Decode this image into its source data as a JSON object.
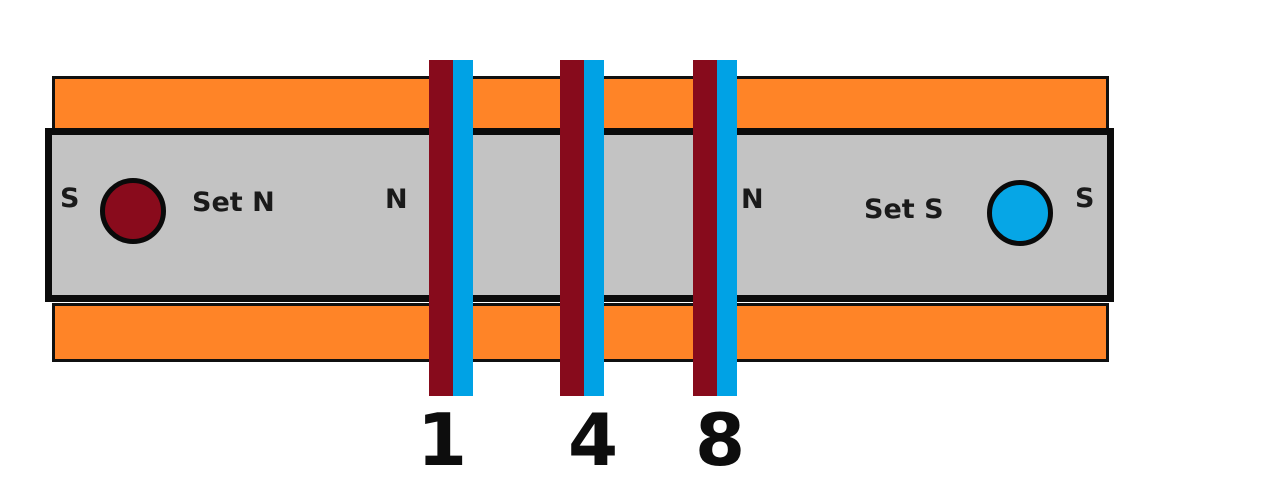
{
  "labels": {
    "left_pole": "S",
    "left_set": "Set N",
    "left_coil_pole": "N",
    "right_coil_pole": "N",
    "right_set": "Set S",
    "right_pole": "S"
  },
  "coil_numbers": [
    "1",
    "4",
    "8"
  ],
  "colors": {
    "rail": "#ff8427",
    "bar": "#c3c3c3",
    "coil_red": "#870b1c",
    "coil_blue": "#00a2e5",
    "set_n_dot": "#890b1c",
    "set_s_dot": "#06a6e6"
  }
}
